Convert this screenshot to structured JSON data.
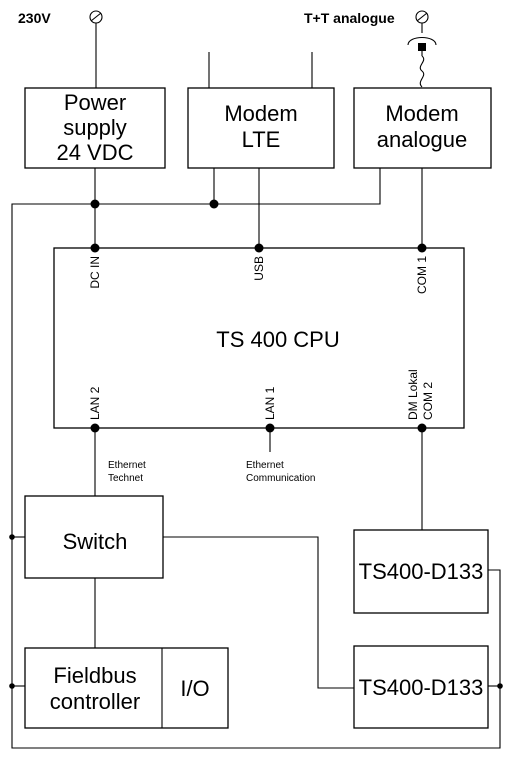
{
  "supply": {
    "label": "230V"
  },
  "phone_line": {
    "label": "T+T analogue"
  },
  "blocks": {
    "power_supply": [
      "Power",
      "supply",
      "24 VDC"
    ],
    "modem_lte": [
      "Modem",
      "LTE"
    ],
    "modem_analogue": [
      "Modem",
      "analogue"
    ],
    "cpu": "TS 400 CPU",
    "switch": "Switch",
    "fieldbus_controller": [
      "Fieldbus",
      "controller"
    ],
    "io": "I/O",
    "d133_upper": "TS400-D133",
    "d133_lower": "TS400-D133"
  },
  "ports": {
    "dc_in": "DC IN",
    "usb": "USB",
    "com1": "COM 1",
    "lan2": "LAN 2",
    "lan1": "LAN 1",
    "dm_lokal": "DM Lokal",
    "com2": "COM 2"
  },
  "notes": {
    "ethernet_technet": [
      "Ethernet",
      "Technet"
    ],
    "ethernet_communication": [
      "Ethernet",
      "Communication"
    ]
  }
}
